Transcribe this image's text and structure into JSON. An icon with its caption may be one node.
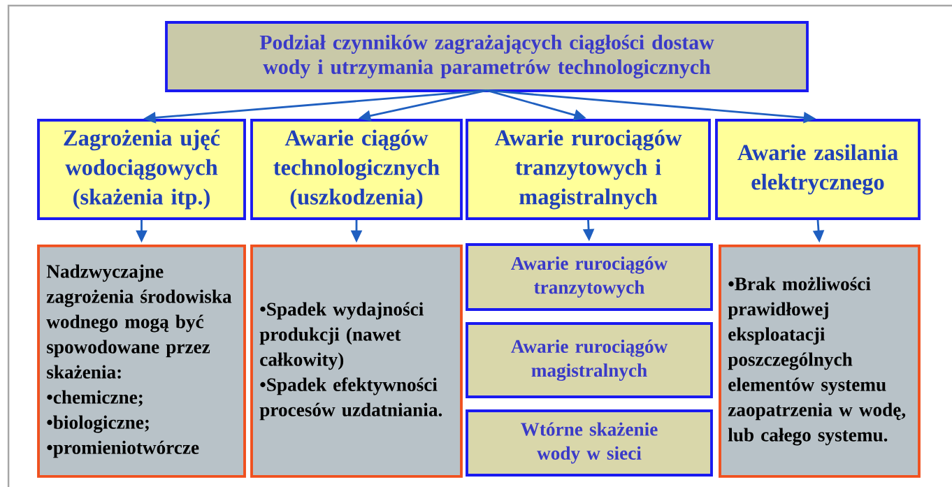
{
  "diagram": {
    "nodes": [
      {
        "text": [
          "Podział czynników zagrażających ciągłości dostaw wody i utrzymania parametrów technologicznych"
        ]
      },
      {
        "text": [
          "Zagrożenia ujęć wodociągowych (skażenia itp.)"
        ]
      },
      {
        "text": [
          "Awarie ciągów technologicznych (uszkodzenia)"
        ]
      },
      {
        "text": [
          "Awarie rurociągów tranzytowych i magistralnych"
        ]
      },
      {
        "text": [
          "Awarie zasilania elektrycznego"
        ]
      },
      {
        "text": [
          "Nadzwyczajne zagrożenia środowiska wodnego mogą być spowodowane przez skażenia:",
          "•chemiczne;",
          "•biologiczne;",
          "•promieniotwórcze"
        ]
      },
      {
        "text": [
          "•Spadek wydajności produkcji (nawet całkowity)",
          "•Spadek efektywności procesów uzdatniania."
        ]
      },
      {
        "text": [
          "Awarie rurociągów tranzytowych"
        ]
      },
      {
        "text": [
          "Awarie rurociągów magistralnych"
        ]
      },
      {
        "text": [
          "Wtórne skażenie wody w sieci"
        ]
      },
      {
        "text": [
          "•Brak możliwości prawidłowej eksploatacji poszczególnych elementów systemu zaopatrzenia w wodę, lub całego systemu."
        ]
      }
    ],
    "edges": [
      {
        "from": 0,
        "to": 1,
        "arrow": "to"
      },
      {
        "from": 0,
        "to": 2,
        "arrow": "to"
      },
      {
        "from": 0,
        "to": 3,
        "arrow": "to"
      },
      {
        "from": 0,
        "to": 4,
        "arrow": "to"
      },
      {
        "from": 1,
        "to": 5,
        "arrow": "to"
      },
      {
        "from": 2,
        "to": 6,
        "arrow": "to"
      },
      {
        "from": 3,
        "to": 7,
        "arrow": "to"
      },
      {
        "from": 4,
        "to": 10,
        "arrow": "to"
      }
    ]
  }
}
